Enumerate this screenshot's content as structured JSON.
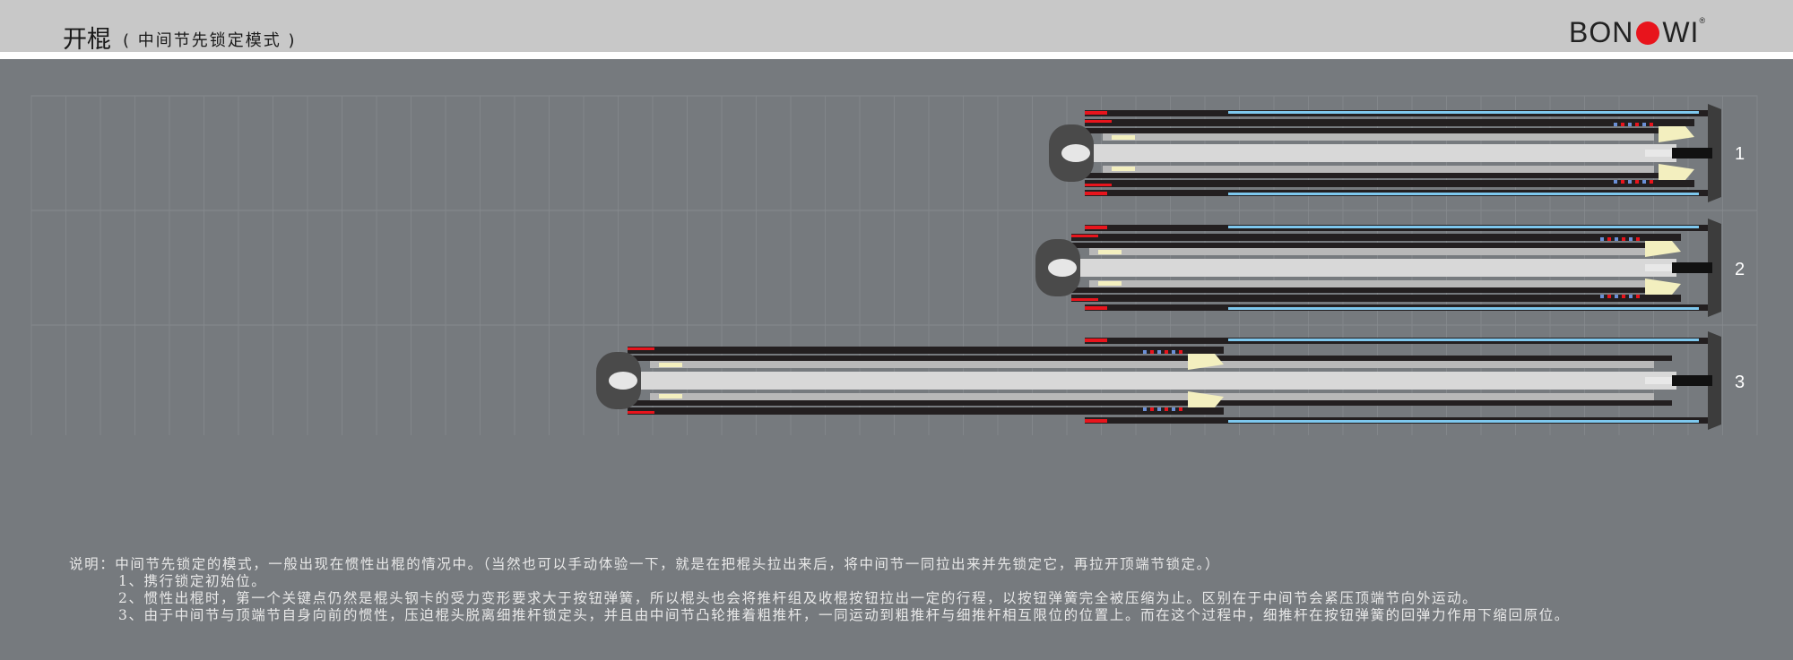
{
  "header": {
    "title": "开棍",
    "subtitle": "( 中间节先锁定模式 )",
    "logo_left": "BON",
    "logo_right": "WI",
    "logo_reg": "®"
  },
  "stages": [
    "1",
    "2",
    "3"
  ],
  "notes": {
    "intro": "说明：中间节先锁定的模式，一般出现在惯性出棍的情况中。（当然也可以手动体验一下，就是在把棍头拉出来后，将中间节一同拉出来并先锁定它，再拉开顶端节锁定。）",
    "items": [
      "1、携行锁定初始位。",
      "2、惯性出棍时，第一个关键点仍然是棍头钢卡的受力变形要求大于按钮弹簧，所以棍头也会将推杆组及收棍按钮拉出一定的行程，以按钮弹簧完全被压缩为止。区别在于中间节会紧压顶端节向外运动。",
      "3、由于中间节与顶端节自身向前的惯性，压迫棍头脱离细推杆锁定头，并且由中间节凸轮推着粗推杆，一同运动到粗推杆与细推杆相互限位的位置上。而在这个过程中，细推杆在按钮弹簧的回弹力作用下缩回原位。"
    ]
  },
  "colors": {
    "background": "#767a7e",
    "header": "#c8c8c8",
    "tube": "#231f20",
    "inner_rod": "#d8d8d8",
    "blue_accent": "#7ec8ee",
    "red_accent": "#e8141c",
    "brand_red": "#e8141c",
    "spring": "#f3efbf"
  }
}
